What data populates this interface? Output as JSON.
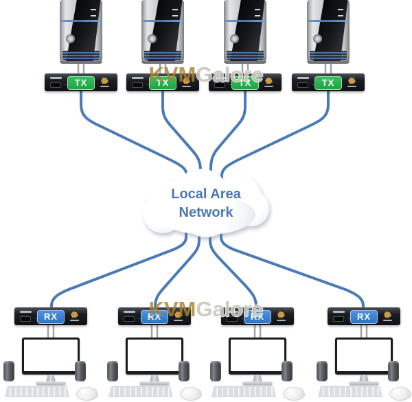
{
  "colors": {
    "cable": "#4a7ab5",
    "gray_cable": "#a0a3a7",
    "tx_badge": "#1ea344",
    "rx_badge": "#2e74c4",
    "cloud_text": "#4a78b0",
    "watermark_kvm": "#ab8132",
    "watermark_galore": "#c9c6bd",
    "tower_accent": "#4a7ab5"
  },
  "cloud": {
    "line1": "Local Area",
    "line2": "Network"
  },
  "watermark_top": {
    "kvm": "KVM",
    "galore": "Galore"
  },
  "watermark_bottom": {
    "kvm": "KVM",
    "galore": "Galore"
  },
  "tx_units": [
    {
      "label": "TX"
    },
    {
      "label": "TX"
    },
    {
      "label": "TX"
    },
    {
      "label": "TX"
    }
  ],
  "rx_units": [
    {
      "label": "RX"
    },
    {
      "label": "RX"
    },
    {
      "label": "RX"
    },
    {
      "label": "RX"
    }
  ],
  "icons": {
    "usb": "→"
  }
}
